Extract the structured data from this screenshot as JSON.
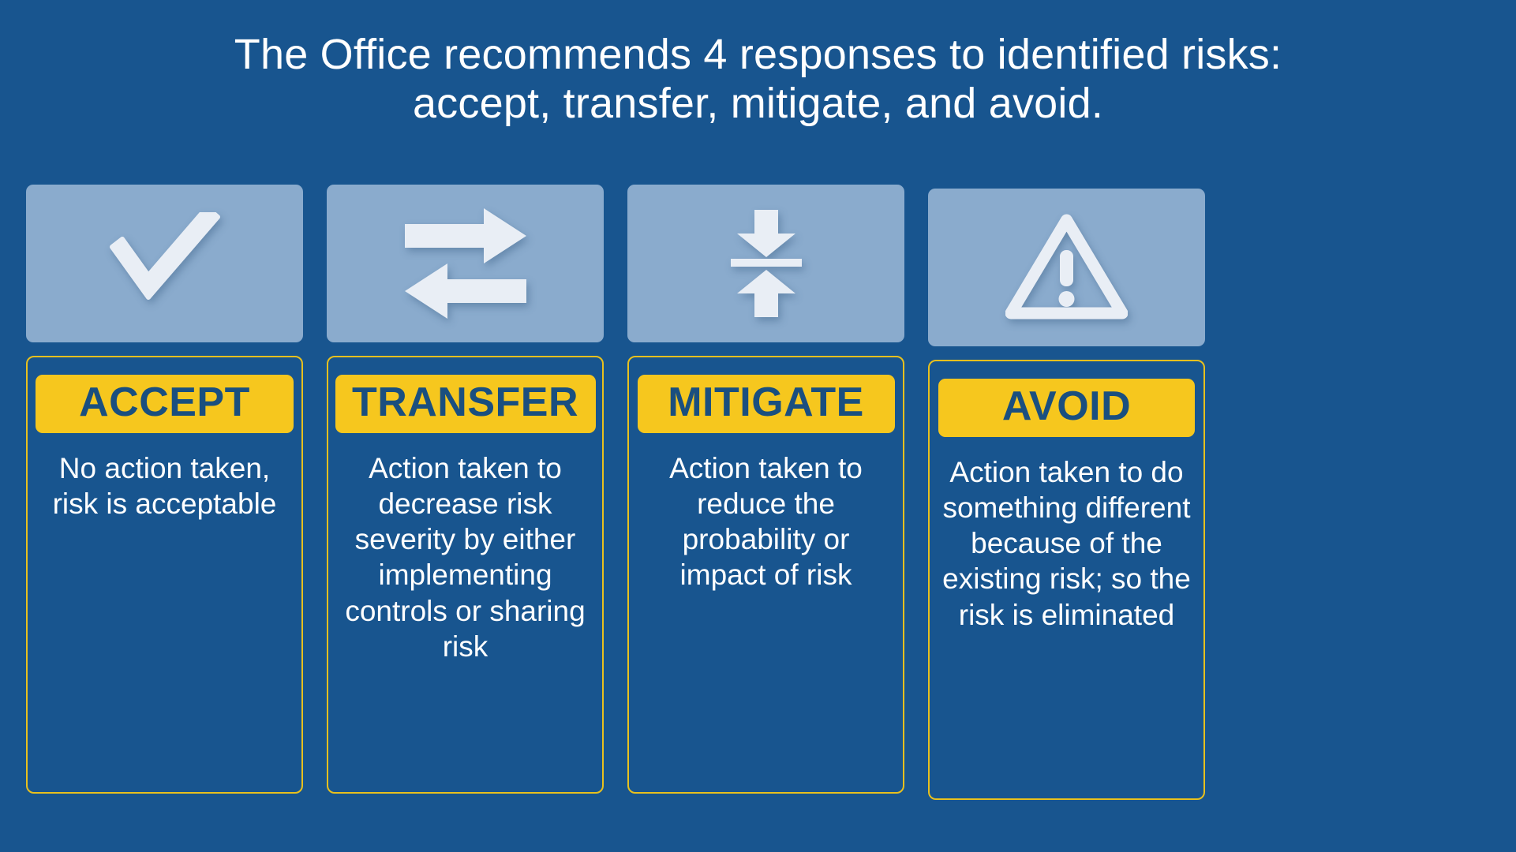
{
  "slide": {
    "title": "The Office recommends 4 responses to identified risks:\naccept, transfer, mitigate, and avoid.",
    "background_color": "#18558f",
    "icon_panel_color": "#8aabcd",
    "badge_color": "#f6c71e",
    "badge_text_color": "#1a4f7f",
    "outline_color": "#e8c01e",
    "text_color": "#ffffff"
  },
  "cards": [
    {
      "icon": "checkmark-icon",
      "label": "ACCEPT",
      "description": "No action taken, risk is acceptable"
    },
    {
      "icon": "transfer-arrows-icon",
      "label": "TRANSFER",
      "description": "Action taken to decrease risk severity by either implementing controls or sharing risk"
    },
    {
      "icon": "compress-arrows-icon",
      "label": "MITIGATE",
      "description": "Action taken to reduce the probability or impact of risk"
    },
    {
      "icon": "warning-triangle-icon",
      "label": "AVOID",
      "description": "Action taken to do something different because of the existing risk; so the risk is eliminated"
    }
  ]
}
